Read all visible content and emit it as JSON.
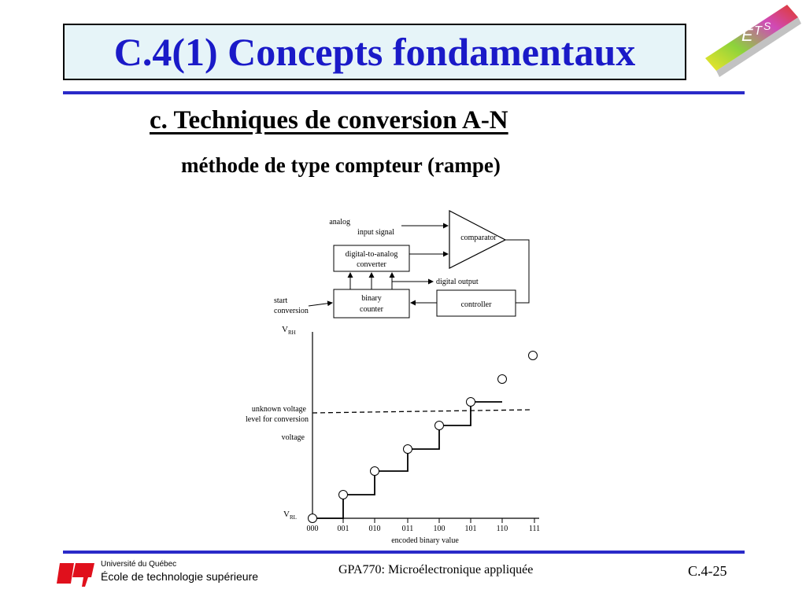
{
  "slide": {
    "title": "C.4(1) Concepts fondamentaux",
    "subtitle": "c. Techniques de conversion A-N",
    "subsubtitle": "méthode de type compteur (rampe)"
  },
  "diagram": {
    "block_labels": {
      "analog_input_1": "analog",
      "analog_input_2": "input signal",
      "comparator": "comparator",
      "dac_1": "digital-to-analog",
      "dac_2": "converter",
      "digital_output": "digital output",
      "counter_1": "binary",
      "counter_2": "counter",
      "controller": "controller",
      "start_1": "start",
      "start_2": "conversion"
    },
    "plot": {
      "v_rh": "V",
      "v_rh_sub": "RH",
      "v_rl": "V",
      "v_rl_sub": "RL",
      "unknown_1": "unknown voltage",
      "unknown_2": "level for conversion",
      "voltage": "voltage",
      "xlabel": "encoded binary value",
      "codes": [
        "000",
        "001",
        "010",
        "011",
        "100",
        "101",
        "110",
        "111"
      ]
    }
  },
  "footer": {
    "university": "Université du Québec",
    "school": "École de technologie supérieure",
    "course": "GPA770:  Microélectronique appliquée",
    "page": "C.4-25"
  },
  "colors": {
    "title_text": "#1a1ac8",
    "title_bg": "#e6f4f8",
    "rule": "#2a2ac8",
    "uq_logo": "#e0101c"
  }
}
